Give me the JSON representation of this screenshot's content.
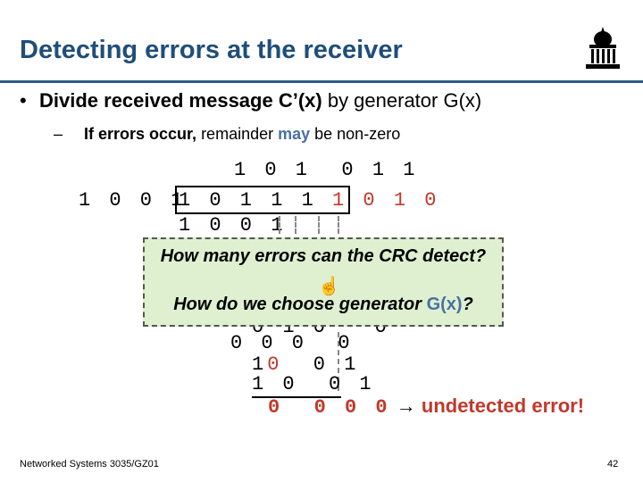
{
  "slide": {
    "title": "Detecting errors at the receiver",
    "bullet_bold": "Divide received message C’(x)",
    "bullet_rest": " by generator G(x)",
    "sub_bold": "If errors occur,",
    "sub_mid": " remainder ",
    "sub_may": "may",
    "sub_end": " be non-zero"
  },
  "division": {
    "quotient": "1 0 1  0 1 1",
    "divisor": "1 0 0 1",
    "dividend_black": "1 0 1 1 1 ",
    "dividend_red1": "1",
    "dividend_red2": " 0 1 0",
    "row1": "1 0 0 1",
    "row_partial_a": "0 1 0   0",
    "row_b": "0 0 0  0",
    "row_c_a": "1",
    "row_c_red": "0",
    "row_c_b": "  0 1",
    "row_d": "1 0  0 1",
    "remainder": "0  0 0 0",
    "result_text": "undetected error!"
  },
  "callout": {
    "q1": "How many errors can the CRC detect?",
    "icon": "hand-icon",
    "q2_a": "How do we choose generator ",
    "q2_gx": "G(x)",
    "q2_b": "?"
  },
  "footer": {
    "course": "Networked Systems 3035/GZ01",
    "page": "42"
  },
  "colors": {
    "title": "#1f4e79",
    "accent": "#4a6fa5",
    "error": "#c0392b",
    "callout_bg": "#dff0d0"
  }
}
